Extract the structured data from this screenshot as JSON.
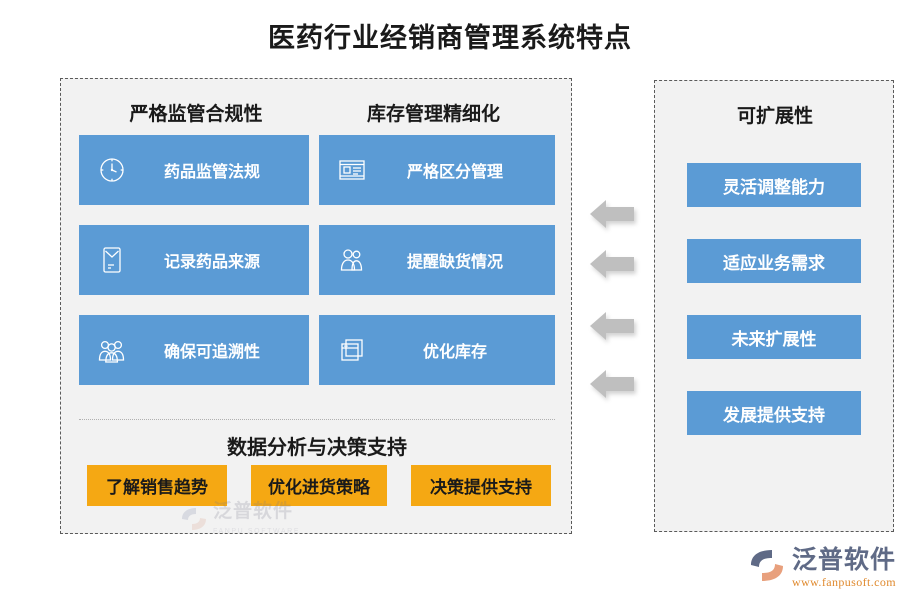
{
  "title": "医药行业经销商管理系统特点",
  "colors": {
    "blue": "#5B9BD5",
    "orange": "#F5A813",
    "panel_bg": "#F2F2F2",
    "panel_border": "#5A5A5A",
    "arrow": "#BFBFBF",
    "title_text": "#1A1A1A"
  },
  "left_panel": {
    "columns": [
      {
        "heading": "严格监管合规性",
        "cards": [
          {
            "label": "药品监管法规",
            "icon": "clock-icon"
          },
          {
            "label": "记录药品来源",
            "icon": "document-icon"
          },
          {
            "label": "确保可追溯性",
            "icon": "people-group-icon"
          }
        ]
      },
      {
        "heading": "库存管理精细化",
        "cards": [
          {
            "label": "严格区分管理",
            "icon": "id-card-icon"
          },
          {
            "label": "提醒缺货情况",
            "icon": "people-icon"
          },
          {
            "label": "优化库存",
            "icon": "windows-stack-icon"
          }
        ]
      }
    ],
    "bottom_section": {
      "title": "数据分析与决策支持",
      "chips": [
        "了解销售趋势",
        "优化进货策略",
        "决策提供支持"
      ]
    }
  },
  "right_panel": {
    "heading": "可扩展性",
    "chips": [
      "灵活调整能力",
      "适应业务需求",
      "未来扩展性",
      "发展提供支持"
    ]
  },
  "arrows": {
    "count": 4,
    "direction": "left",
    "icon": "arrow-left-icon"
  },
  "watermark": {
    "cn": "泛普软件",
    "en": "FANPU SOFTWARE"
  },
  "logo": {
    "cn": "泛普软件",
    "url": "www.fanpusoft.com"
  }
}
